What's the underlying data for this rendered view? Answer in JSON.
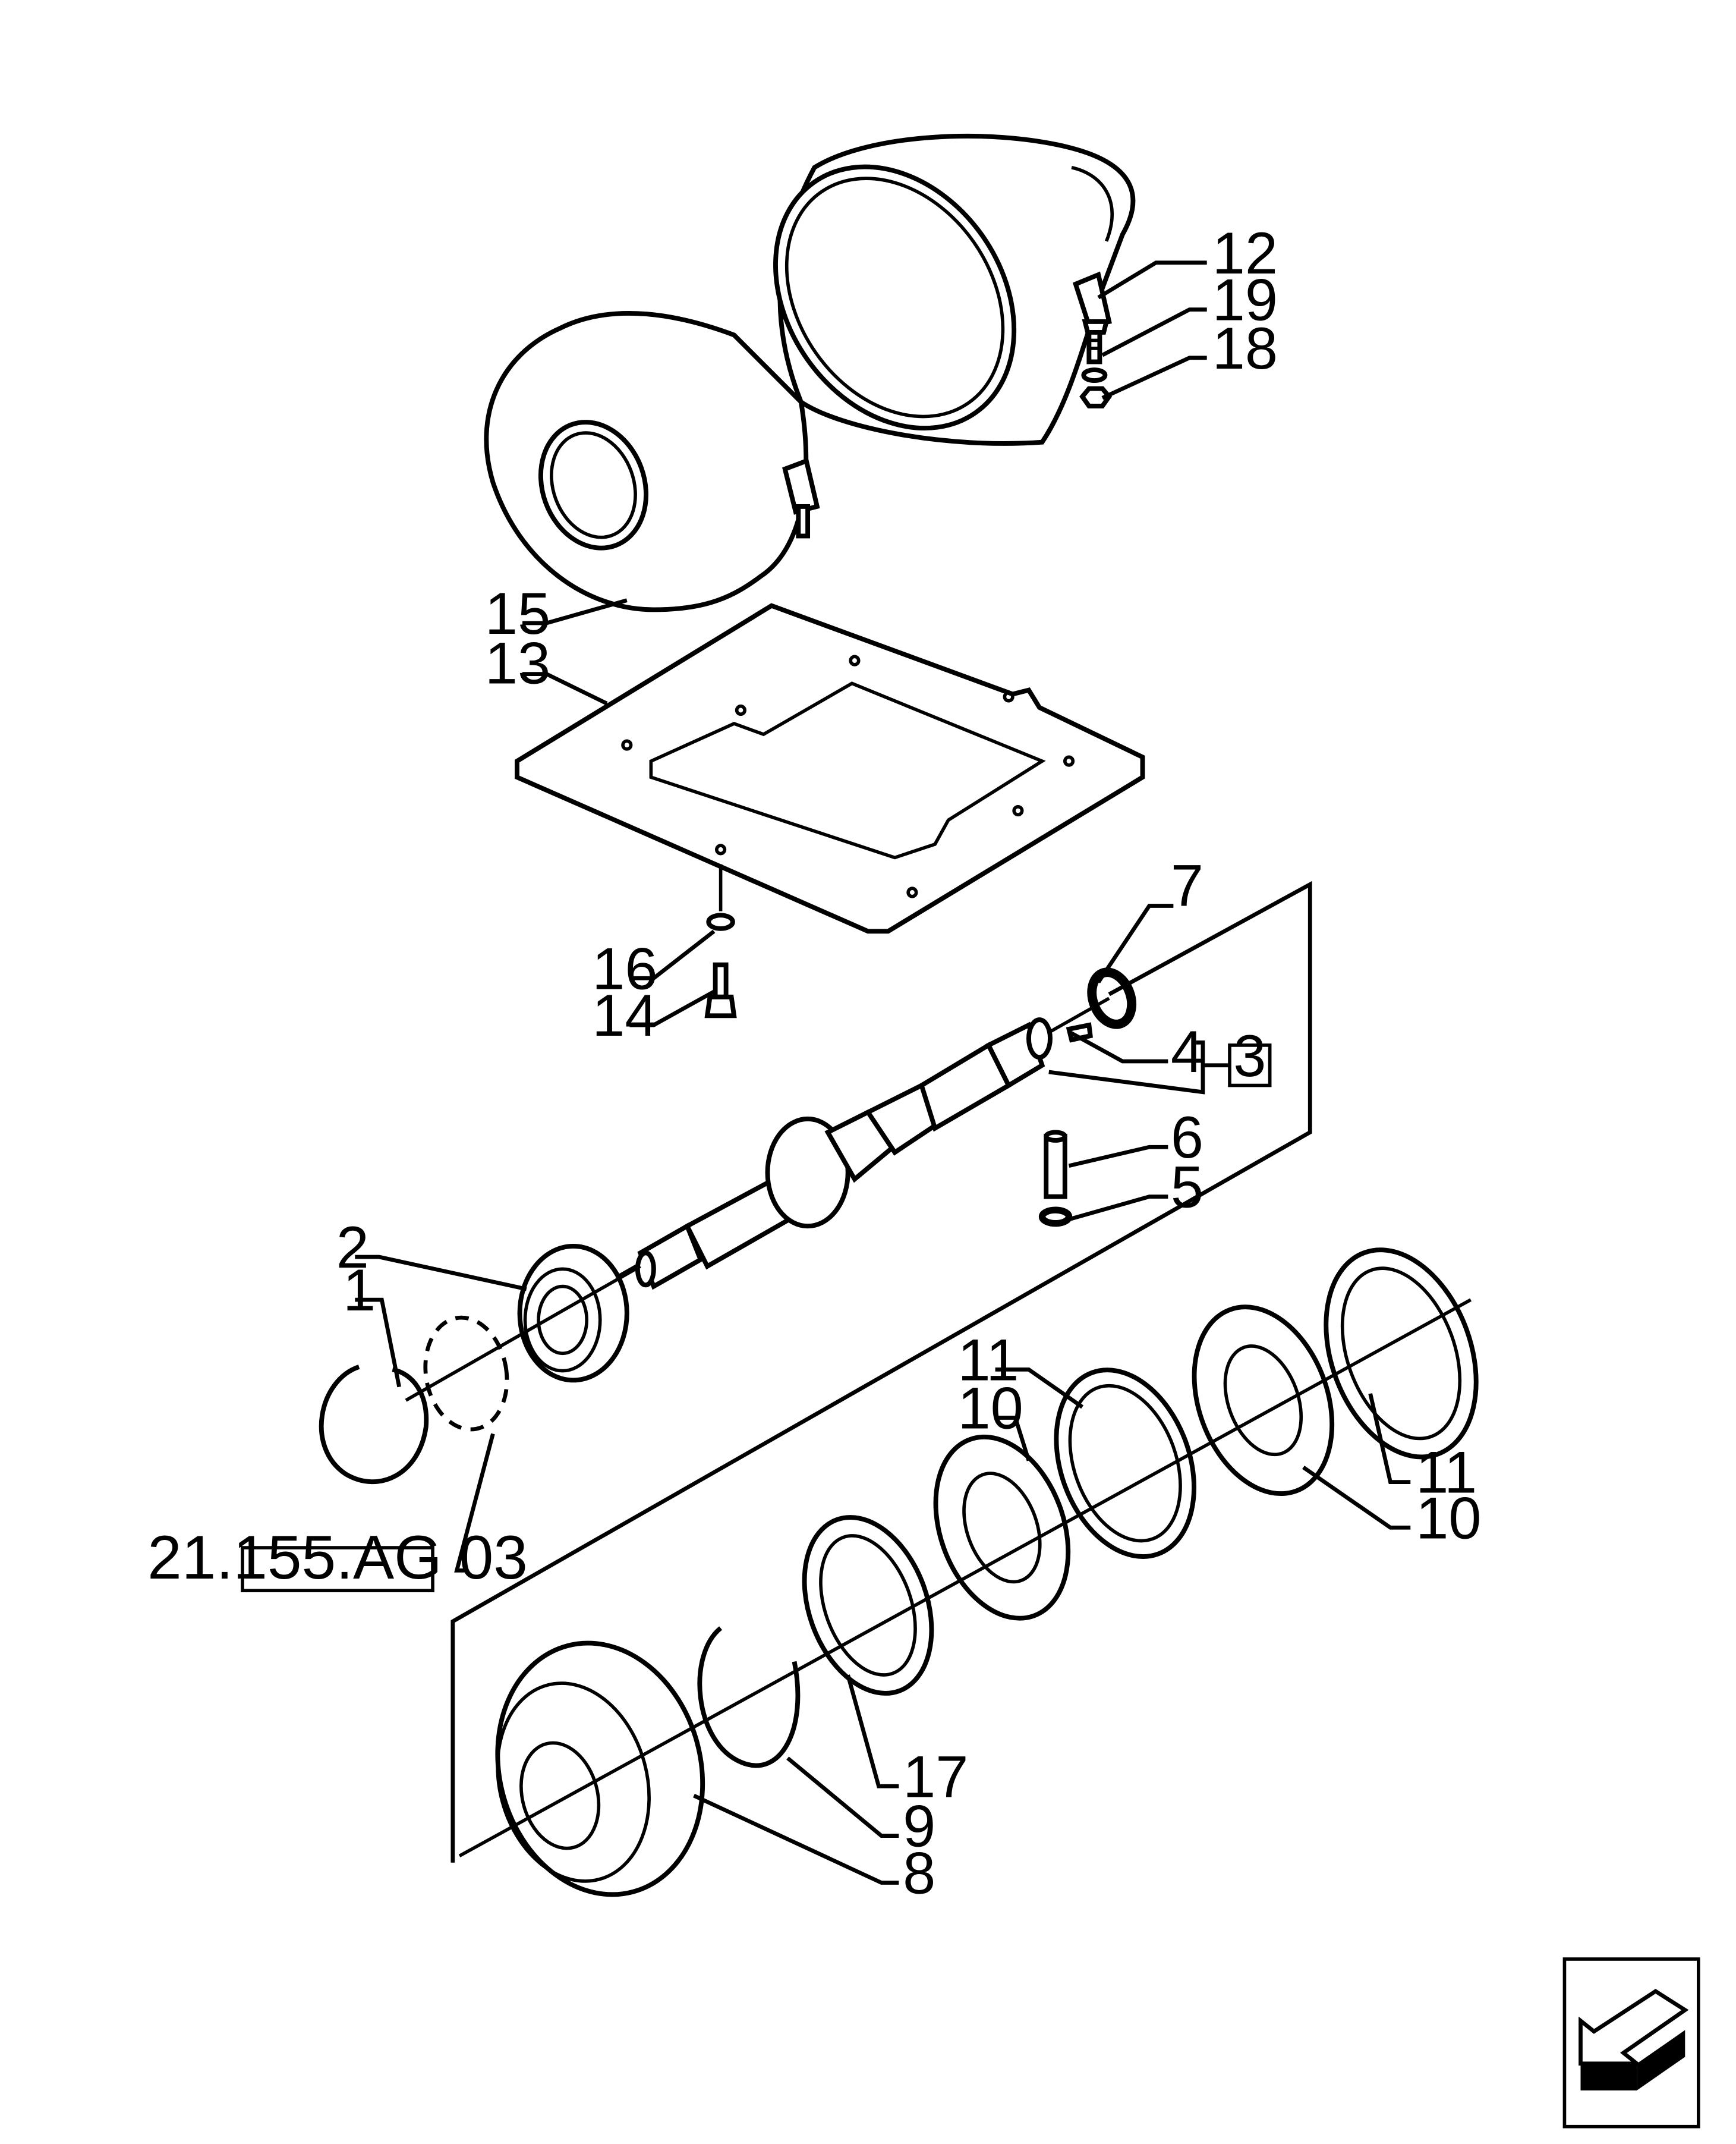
{
  "diagram": {
    "callouts": [
      {
        "id": "c12",
        "text": "12"
      },
      {
        "id": "c19",
        "text": "19"
      },
      {
        "id": "c18",
        "text": "18"
      },
      {
        "id": "c15",
        "text": "15"
      },
      {
        "id": "c13",
        "text": "13"
      },
      {
        "id": "c7",
        "text": "7"
      },
      {
        "id": "c16",
        "text": "16"
      },
      {
        "id": "c14",
        "text": "14"
      },
      {
        "id": "c4",
        "text": "4"
      },
      {
        "id": "c6",
        "text": "6"
      },
      {
        "id": "c5",
        "text": "5"
      },
      {
        "id": "c2",
        "text": "2"
      },
      {
        "id": "c1",
        "text": "1"
      },
      {
        "id": "c11a",
        "text": "11"
      },
      {
        "id": "c10a",
        "text": "10"
      },
      {
        "id": "c11b",
        "text": "11"
      },
      {
        "id": "c10b",
        "text": "10"
      },
      {
        "id": "c17",
        "text": "17"
      },
      {
        "id": "c9",
        "text": "9"
      },
      {
        "id": "c8",
        "text": "8"
      }
    ],
    "kit_reference": "3",
    "cross_reference": "21.155.AG 03",
    "nav_icon": "arrow-back-icon"
  }
}
